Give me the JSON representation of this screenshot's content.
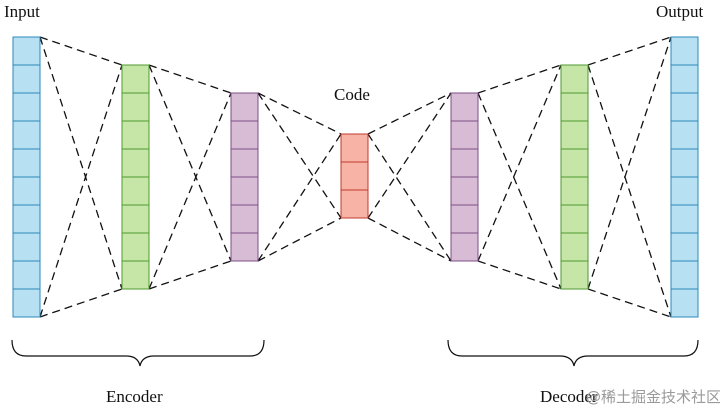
{
  "labels": {
    "input": "Input",
    "output": "Output",
    "code": "Code",
    "encoder": "Encoder",
    "decoder": "Decoder"
  },
  "layers": [
    {
      "id": "input",
      "cells": 10,
      "fill": "#b7e0f3",
      "stroke": "#2b88b8"
    },
    {
      "id": "encoder-hidden-1",
      "cells": 8,
      "fill": "#c6e6a8",
      "stroke": "#4f9a2f"
    },
    {
      "id": "encoder-hidden-2",
      "cells": 6,
      "fill": "#d8bcd6",
      "stroke": "#7d4f86"
    },
    {
      "id": "code",
      "cells": 3,
      "fill": "#f7b3a6",
      "stroke": "#c0392b"
    },
    {
      "id": "decoder-hidden-1",
      "cells": 6,
      "fill": "#d8bcd6",
      "stroke": "#7d4f86"
    },
    {
      "id": "decoder-hidden-2",
      "cells": 8,
      "fill": "#c6e6a8",
      "stroke": "#4f9a2f"
    },
    {
      "id": "output",
      "cells": 10,
      "fill": "#b7e0f3",
      "stroke": "#2b88b8"
    }
  ],
  "watermark": "@稀土掘金技术社区"
}
